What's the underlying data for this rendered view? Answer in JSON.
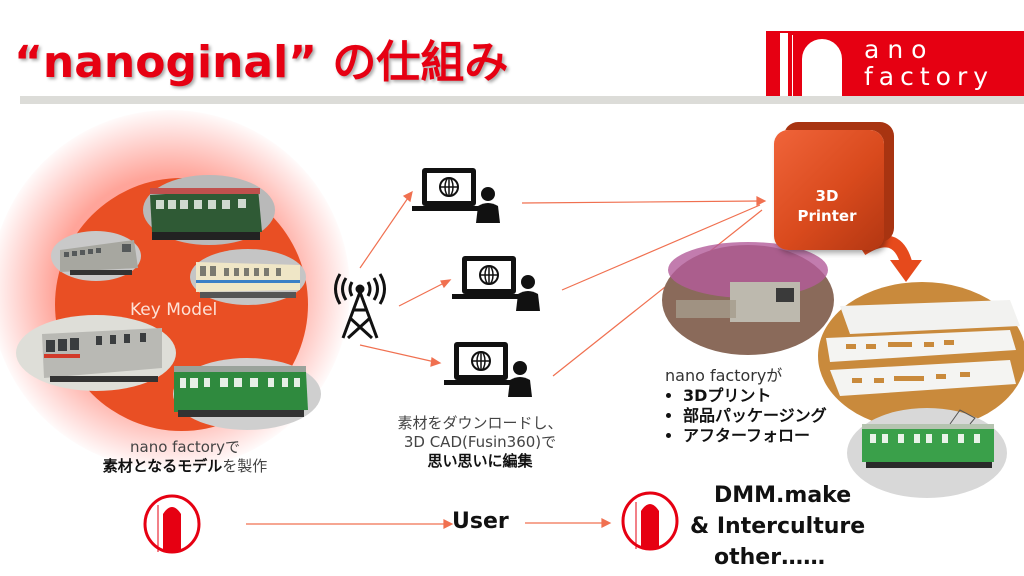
{
  "header": {
    "title": "“nanoginal” の仕組み",
    "logo": {
      "line1": "ano",
      "line2": "factory"
    }
  },
  "left": {
    "center_label": "Key Model",
    "caption_line1": "nano factoryで",
    "caption_bold": "素材となるモデル",
    "caption_tail": "を製作",
    "train_models": [
      {
        "name": "dark green train",
        "body": "#2f5a35",
        "bg": "#bdbdbd"
      },
      {
        "name": "silver train",
        "body": "#a8a8a0",
        "bg": "#d0d0d0"
      },
      {
        "name": "cream blue train",
        "body": "#efe6c6",
        "bg": "#c8c8c8"
      },
      {
        "name": "stainless red-stripe train",
        "body": "#b9b9b4",
        "bg": "#deded8"
      },
      {
        "name": "green train",
        "body": "#2f8a3e",
        "bg": "#cfcfcf"
      }
    ]
  },
  "middle": {
    "caption_line1": "素材をダウンロードし、",
    "caption_line2": "3D CAD(Fusin360)で",
    "caption_bold": "思い思いに編集"
  },
  "right": {
    "printer_label_line1": "3D",
    "printer_label_line2": "Printer",
    "list_intro": "nano factoryが",
    "list_items": [
      "3Dプリント",
      "部品パッケージング",
      "アフターフォロー"
    ]
  },
  "bottom": {
    "user_label": "User",
    "partners_line1": "DMM.make",
    "partners_line2": "& Interculture",
    "partners_line3": "other……"
  },
  "colors": {
    "brand_red": "#e60012",
    "accent_orange": "#e94f24",
    "arrow": "#f07050"
  }
}
